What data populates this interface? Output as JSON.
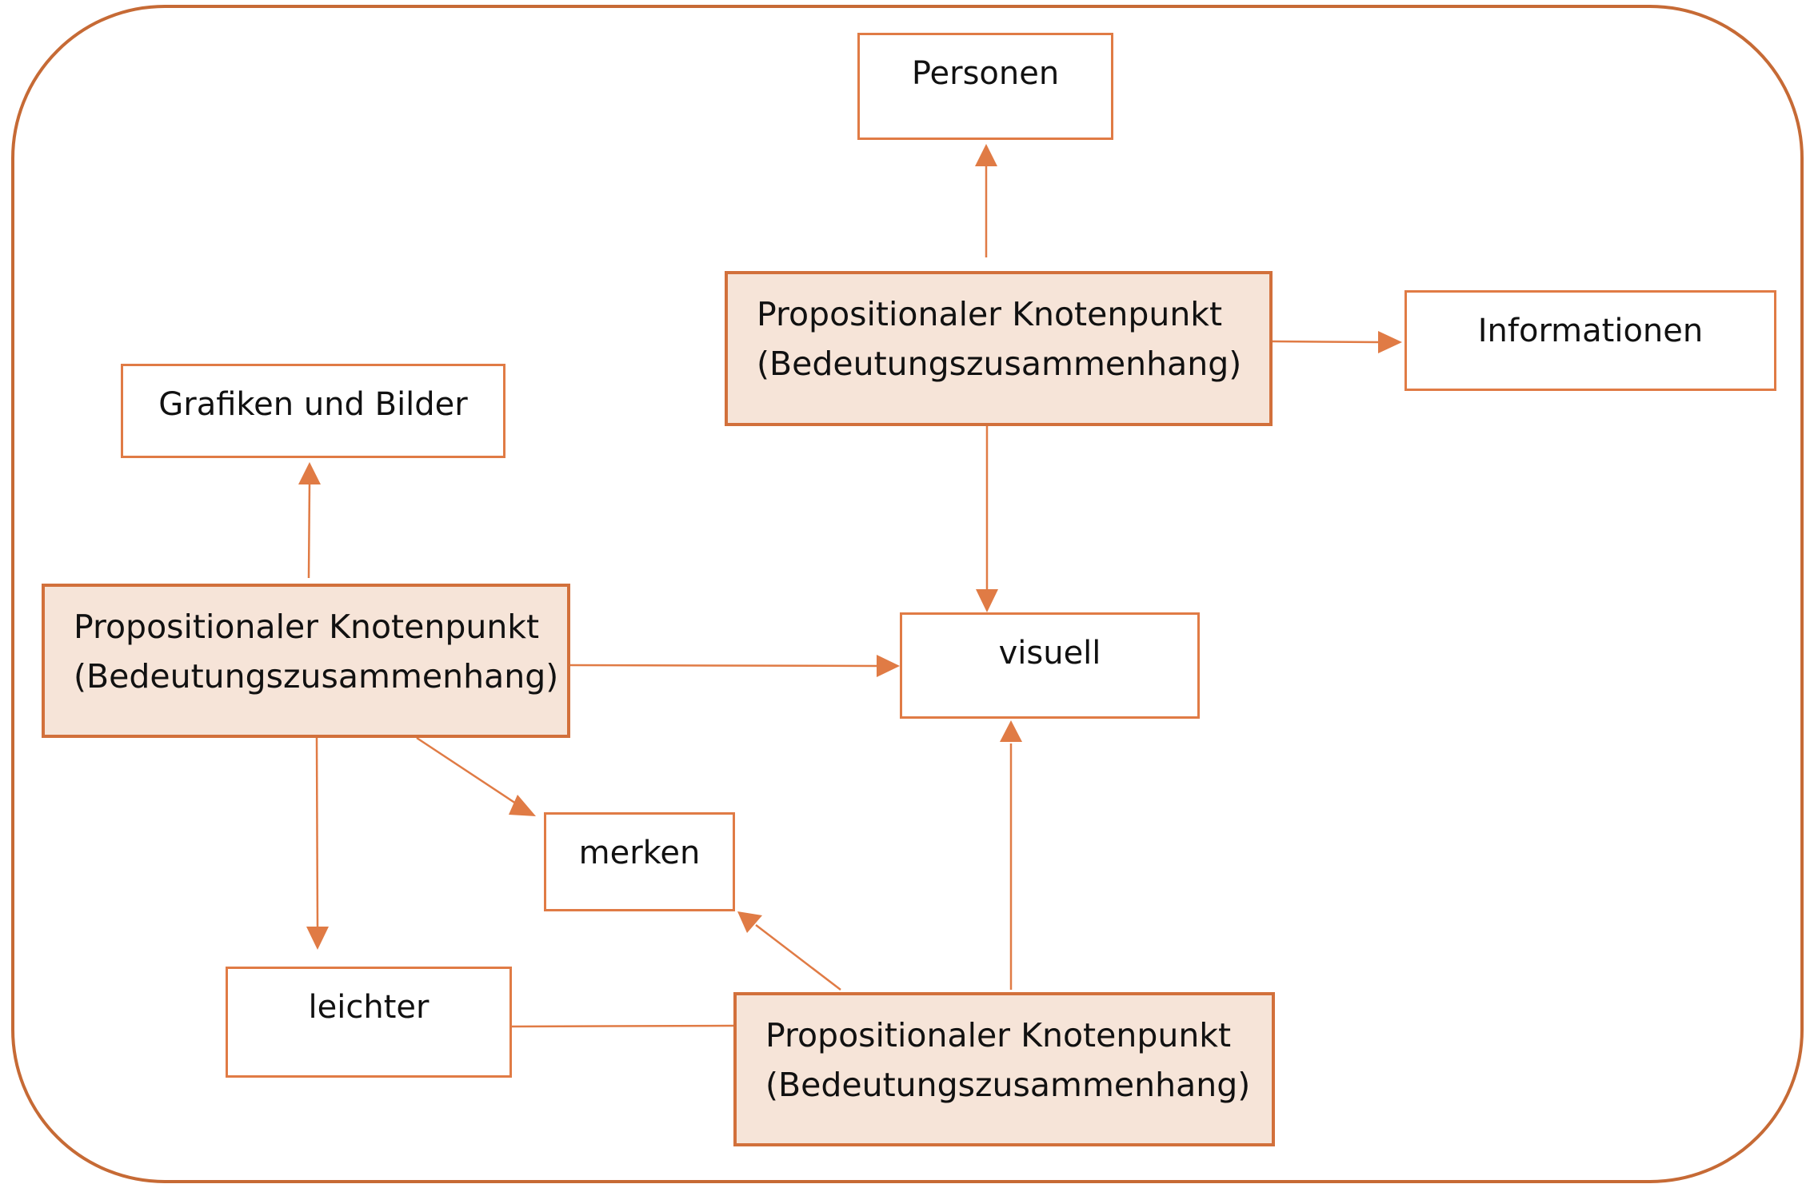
{
  "colors": {
    "frame": "#c66a35",
    "edge": "#e07b45",
    "node_border": "#e07b45",
    "proposition_fill": "#f6e4d8",
    "proposition_border": "#d2703b"
  },
  "nodes": {
    "personen": "Personen",
    "informationen": "Informationen",
    "grafiken": "Grafiken und Bilder",
    "visuell": "visuell",
    "merken": "merken",
    "leichter": "leichter"
  },
  "propositions": {
    "top": {
      "line1": "Propositionaler Knotenpunkt",
      "line2": "(Bedeutungszusammenhang)"
    },
    "left": {
      "line1": "Propositionaler Knotenpunkt",
      "line2": "(Bedeutungszusammenhang)"
    },
    "bottom": {
      "line1": "Propositionaler Knotenpunkt",
      "line2": "(Bedeutungszusammenhang)"
    }
  }
}
